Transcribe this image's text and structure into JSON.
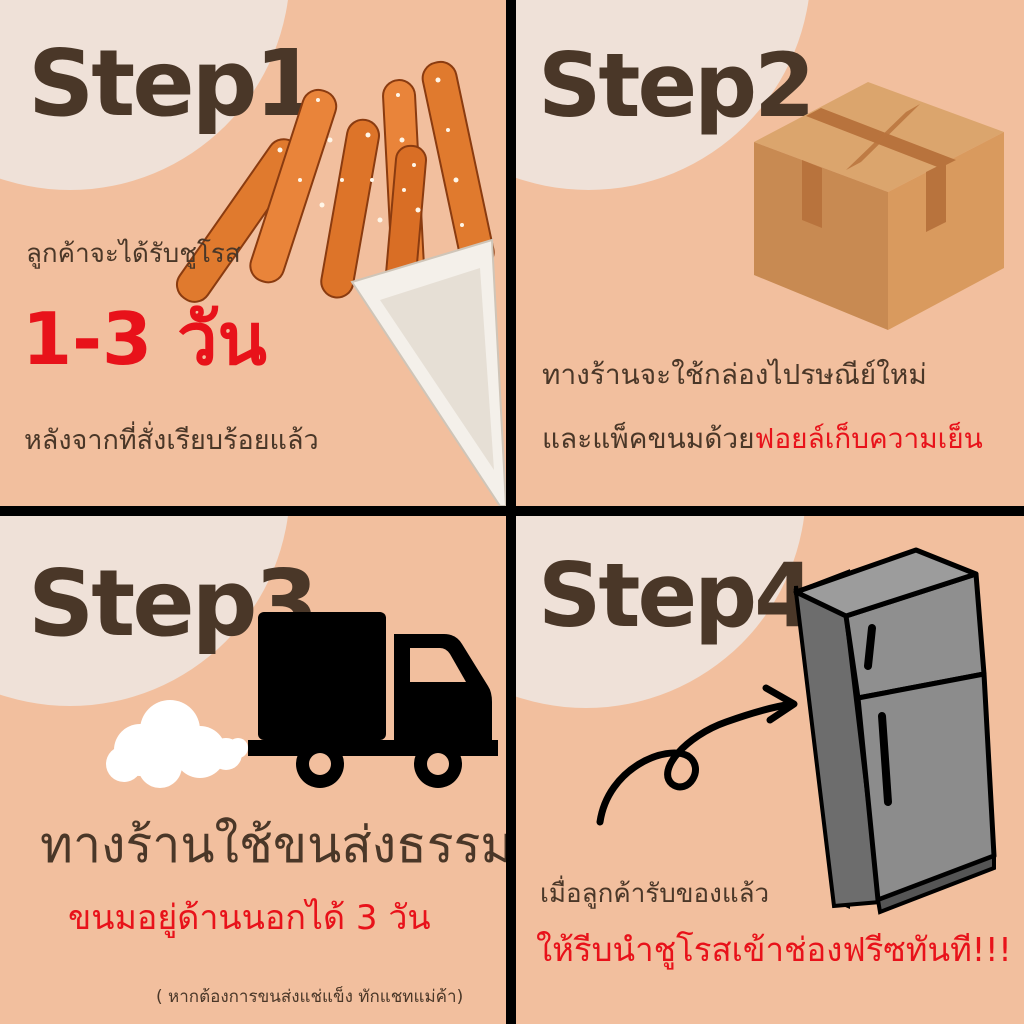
{
  "step1": {
    "label": "Step1",
    "line1": "ลูกค้าจะได้รับชูโรส",
    "days": "1-3 วัน",
    "line2": "หลังจากที่สั่งเรียบร้อยแล้ว"
  },
  "step2": {
    "label": "Step2",
    "line1": "ทางร้านจะใช้กล่องไปรษณีย์ใหม่",
    "line2_prefix": "และแพ็คขนมด้วย",
    "line2_highlight": "ฟอยล์เก็บความเย็น"
  },
  "step3": {
    "label": "Step3",
    "line1": "ทางร้านใช้ขนส่งธรรมดา",
    "line2": "ขนมอยู่ด้านนอกได้ 3 วัน",
    "note": "( หากต้องการขนส่งแช่แข็ง ทักแชทแม่ค้า)"
  },
  "step4": {
    "label": "Step4",
    "line1": "เมื่อลูกค้ารับของแล้ว",
    "line2": "ให้รีบนำชูโรสเข้าช่องฟรีซทันที!!!"
  },
  "colors": {
    "panel_bg": "#f2bf9e",
    "circle": "#efe1d8",
    "heading": "#4a3728",
    "accent_red": "#e8121a",
    "divider": "#000000"
  },
  "icons": [
    "churro-icon",
    "box-icon",
    "truck-icon",
    "cloud-icon",
    "arrow-icon",
    "fridge-icon"
  ]
}
